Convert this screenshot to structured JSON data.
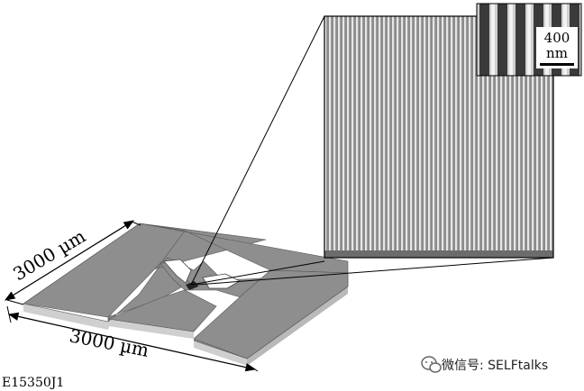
{
  "figure": {
    "figure_id": "E15350J1",
    "dimension_diagonal": "3000 µm",
    "dimension_horizontal": "3000 µm",
    "scale_bar_value": "400",
    "scale_bar_unit": "nm",
    "watermark": "微信号: SELFtalks"
  },
  "colors": {
    "device_top": "#8e8e8e",
    "device_edge": "#c9c9c9",
    "grating_bg": "#8c8c8c",
    "grating_line": "#e6e6e6",
    "outline": "#000000"
  },
  "icons": {
    "watermark": "wechat-logo-icon"
  }
}
